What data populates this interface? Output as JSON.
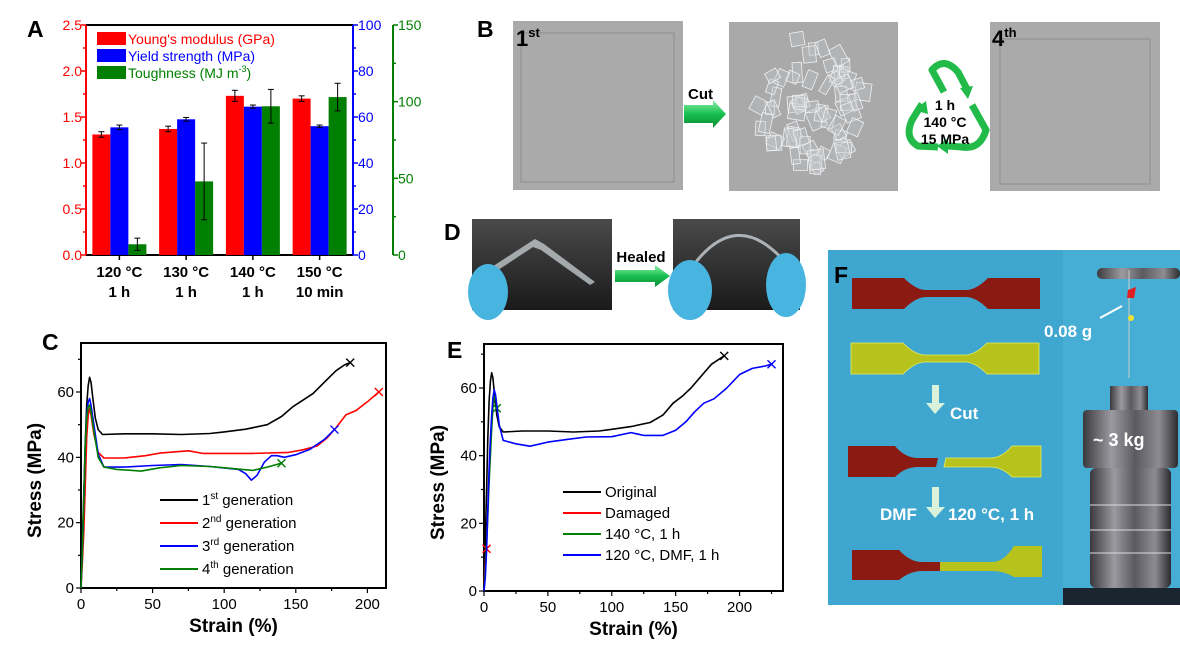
{
  "panel_labels": {
    "a": "A",
    "b": "B",
    "c": "C",
    "d": "D",
    "e": "E",
    "f": "F"
  },
  "chart_data": [
    {
      "id": "A",
      "type": "bar",
      "categories": [
        [
          "120 °C",
          "1 h"
        ],
        [
          "130 °C",
          "1 h"
        ],
        [
          "140 °C",
          "1 h"
        ],
        [
          "150 °C",
          "10 min"
        ]
      ],
      "series": [
        {
          "name": "Young's modulus (GPa)",
          "axis": "left",
          "color": "#ff0000",
          "values": [
            1.31,
            1.37,
            1.73,
            1.7
          ],
          "errors": [
            0.03,
            0.03,
            0.06,
            0.03
          ]
        },
        {
          "name": "Yield strength (MPa)",
          "axis": "right1",
          "color": "#0000ff",
          "values": [
            55.5,
            59,
            64.5,
            56
          ],
          "errors": [
            1,
            0.8,
            0.7,
            0.5
          ]
        },
        {
          "name": "Toughness (MJ m",
          "name_sup": "-3",
          "name_end": ")",
          "axis": "right2",
          "color": "#007f00",
          "values": [
            7,
            48,
            97,
            103
          ],
          "errors": [
            4,
            25,
            11,
            9
          ]
        }
      ],
      "axes": {
        "left": {
          "ylim": [
            0,
            2.5
          ],
          "ticks": [
            "0.0",
            "0.5",
            "1.0",
            "1.5",
            "2.0",
            "2.5"
          ],
          "color": "#ff0000"
        },
        "right1": {
          "ylim": [
            0,
            100
          ],
          "ticks": [
            "0",
            "20",
            "40",
            "60",
            "80",
            "100"
          ],
          "color": "#0000ff"
        },
        "right2": {
          "ylim": [
            0,
            150
          ],
          "ticks": [
            "0",
            "50",
            "100",
            "150"
          ],
          "color": "#007f00"
        }
      },
      "legend": "top-left"
    },
    {
      "id": "C",
      "type": "line",
      "xlabel": "Strain (%)",
      "ylabel": "Stress (MPa)",
      "xlim": [
        0,
        213
      ],
      "ylim": [
        0,
        75
      ],
      "xticks": [
        0,
        50,
        100,
        150,
        200
      ],
      "yticks": [
        0,
        20,
        40,
        60
      ],
      "legend": "bottom-center",
      "series": [
        {
          "name": "1",
          "sup": "st",
          "rest": " generation",
          "color": "#000000",
          "break_marker": true,
          "points": [
            [
              0,
              0
            ],
            [
              1,
              15
            ],
            [
              2,
              30
            ],
            [
              3,
              45
            ],
            [
              4,
              56
            ],
            [
              5,
              62
            ],
            [
              6,
              64.5
            ],
            [
              7,
              63
            ],
            [
              8,
              59
            ],
            [
              10,
              52
            ],
            [
              12,
              48.5
            ],
            [
              15,
              47
            ],
            [
              30,
              47.2
            ],
            [
              50,
              47.2
            ],
            [
              70,
              47
            ],
            [
              90,
              47.3
            ],
            [
              100,
              47.8
            ],
            [
              115,
              48.6
            ],
            [
              130,
              50
            ],
            [
              140,
              52.5
            ],
            [
              148,
              55.5
            ],
            [
              155,
              57.5
            ],
            [
              162,
              59.5
            ],
            [
              170,
              63
            ],
            [
              178,
              66.5
            ],
            [
              184,
              68.3
            ],
            [
              188,
              69
            ]
          ]
        },
        {
          "name": "2",
          "sup": "nd",
          "rest": " generation",
          "color": "#ff0000",
          "break_marker": true,
          "points": [
            [
              0,
              0
            ],
            [
              1,
              8
            ],
            [
              2,
              18
            ],
            [
              3,
              32
            ],
            [
              4,
              46
            ],
            [
              5,
              53
            ],
            [
              6,
              55
            ],
            [
              7,
              53
            ],
            [
              9,
              47
            ],
            [
              12,
              41.5
            ],
            [
              16,
              39.8
            ],
            [
              30,
              39.8
            ],
            [
              45,
              40.5
            ],
            [
              55,
              41.3
            ],
            [
              75,
              42
            ],
            [
              85,
              41.2
            ],
            [
              100,
              41.2
            ],
            [
              120,
              41.2
            ],
            [
              145,
              41.5
            ],
            [
              155,
              42.3
            ],
            [
              165,
              43.5
            ],
            [
              172,
              46
            ],
            [
              178,
              49
            ],
            [
              185,
              53
            ],
            [
              192,
              54.3
            ],
            [
              200,
              57
            ],
            [
              208,
              60
            ]
          ]
        },
        {
          "name": "3",
          "sup": "rd",
          "rest": " generation",
          "color": "#0000ff",
          "break_marker": true,
          "points": [
            [
              0,
              0
            ],
            [
              1,
              12
            ],
            [
              2,
              28
            ],
            [
              3,
              44
            ],
            [
              4,
              53
            ],
            [
              5,
              57
            ],
            [
              6,
              58
            ],
            [
              7,
              56
            ],
            [
              9,
              50
            ],
            [
              12,
              41
            ],
            [
              16,
              37
            ],
            [
              30,
              37
            ],
            [
              50,
              37.5
            ],
            [
              70,
              37.8
            ],
            [
              90,
              37.2
            ],
            [
              110,
              36.3
            ],
            [
              115,
              35
            ],
            [
              119,
              33
            ],
            [
              123,
              34.5
            ],
            [
              128,
              38.5
            ],
            [
              133,
              40.5
            ],
            [
              137,
              40.5
            ],
            [
              142,
              40
            ],
            [
              150,
              40.8
            ],
            [
              160,
              42.5
            ],
            [
              170,
              45.5
            ],
            [
              177,
              48.5
            ]
          ]
        },
        {
          "name": "4",
          "sup": "th",
          "rest": " generation",
          "color": "#007f00",
          "break_marker": true,
          "points": [
            [
              0,
              0
            ],
            [
              1,
              12
            ],
            [
              2,
              28
            ],
            [
              3,
              44
            ],
            [
              4,
              52
            ],
            [
              5,
              55.5
            ],
            [
              6,
              56
            ],
            [
              7,
              54
            ],
            [
              9,
              48
            ],
            [
              12,
              40
            ],
            [
              16,
              37
            ],
            [
              25,
              36.3
            ],
            [
              42,
              35.8
            ],
            [
              55,
              36.8
            ],
            [
              70,
              37.5
            ],
            [
              90,
              37.2
            ],
            [
              105,
              36.6
            ],
            [
              120,
              36
            ],
            [
              130,
              37
            ],
            [
              140,
              38.2
            ]
          ]
        }
      ]
    },
    {
      "id": "E",
      "type": "line",
      "xlabel": "Strain (%)",
      "ylabel": "Stress (MPa)",
      "xlim": [
        0,
        234
      ],
      "ylim": [
        0,
        73
      ],
      "xticks": [
        0,
        50,
        100,
        150,
        200
      ],
      "yticks": [
        0,
        20,
        40,
        60
      ],
      "legend": "bottom-center",
      "series": [
        {
          "name": "Original",
          "color": "#000000",
          "break_marker": true,
          "points": [
            [
              0,
              0
            ],
            [
              1,
              15
            ],
            [
              2,
              30
            ],
            [
              3,
              45
            ],
            [
              4,
              56
            ],
            [
              5,
              62
            ],
            [
              6,
              64.5
            ],
            [
              7,
              63
            ],
            [
              8,
              59
            ],
            [
              10,
              52
            ],
            [
              12,
              48.5
            ],
            [
              15,
              47
            ],
            [
              30,
              47.3
            ],
            [
              50,
              47.3
            ],
            [
              70,
              47
            ],
            [
              90,
              47.3
            ],
            [
              100,
              47.8
            ],
            [
              115,
              48.6
            ],
            [
              130,
              49.8
            ],
            [
              140,
              52
            ],
            [
              148,
              55.5
            ],
            [
              155,
              57.5
            ],
            [
              162,
              60
            ],
            [
              170,
              63.5
            ],
            [
              178,
              67
            ],
            [
              184,
              68.5
            ],
            [
              188,
              69.5
            ]
          ]
        },
        {
          "name": "Damaged",
          "color": "#ff0000",
          "break_marker": true,
          "points": [
            [
              0,
              0
            ],
            [
              0.5,
              4
            ],
            [
              1,
              8
            ],
            [
              2,
              12.5
            ]
          ]
        },
        {
          "name": "140 °C, 1 h",
          "color": "#007f00",
          "break_marker": true,
          "points": [
            [
              0,
              0
            ],
            [
              1,
              6
            ],
            [
              2,
              14
            ],
            [
              3,
              22
            ],
            [
              4,
              32
            ],
            [
              5,
              40
            ],
            [
              6,
              48
            ],
            [
              7,
              54
            ],
            [
              8,
              57
            ],
            [
              9,
              58
            ],
            [
              10,
              54
            ]
          ]
        },
        {
          "name": "120 °C, DMF, 1 h",
          "color": "#0000ff",
          "break_marker": true,
          "points": [
            [
              0,
              0
            ],
            [
              1,
              4
            ],
            [
              2,
              12
            ],
            [
              3,
              24
            ],
            [
              4,
              36
            ],
            [
              5,
              45
            ],
            [
              6,
              52
            ],
            [
              7,
              57
            ],
            [
              8,
              59.5
            ],
            [
              9,
              58
            ],
            [
              10,
              55
            ],
            [
              12,
              49
            ],
            [
              15,
              44.5
            ],
            [
              25,
              43.5
            ],
            [
              36,
              42.8
            ],
            [
              50,
              44
            ],
            [
              65,
              44.8
            ],
            [
              80,
              45.5
            ],
            [
              100,
              45.6
            ],
            [
              115,
              46.8
            ],
            [
              125,
              46
            ],
            [
              140,
              46
            ],
            [
              150,
              47.5
            ],
            [
              158,
              50
            ],
            [
              165,
              53
            ],
            [
              172,
              55.5
            ],
            [
              180,
              56.8
            ],
            [
              190,
              60
            ],
            [
              200,
              64
            ],
            [
              210,
              65.8
            ],
            [
              220,
              66.5
            ],
            [
              225,
              67
            ]
          ]
        }
      ]
    }
  ],
  "panel_b": {
    "first_label": "1",
    "first_sup": "st",
    "cut_label": "Cut",
    "cycle_lines": [
      "1 h",
      "140 °C",
      "15 MPa"
    ],
    "fourth_label": "4",
    "fourth_sup": "th"
  },
  "panel_d": {
    "healed_label": "Healed"
  },
  "panel_f": {
    "cut_label": "Cut",
    "dmf_label": "DMF",
    "condition_label": "120 °C, 1 h",
    "small_mass_label": "0.08 g",
    "large_mass_label": "~ 3 kg"
  },
  "colors": {
    "photo_bg": "#a9a9aa",
    "f_bg": "#3ea6cf",
    "red_film": "#8a1a12",
    "yellow_film": "#b8c21c",
    "arrow_green": "#22c55e"
  }
}
